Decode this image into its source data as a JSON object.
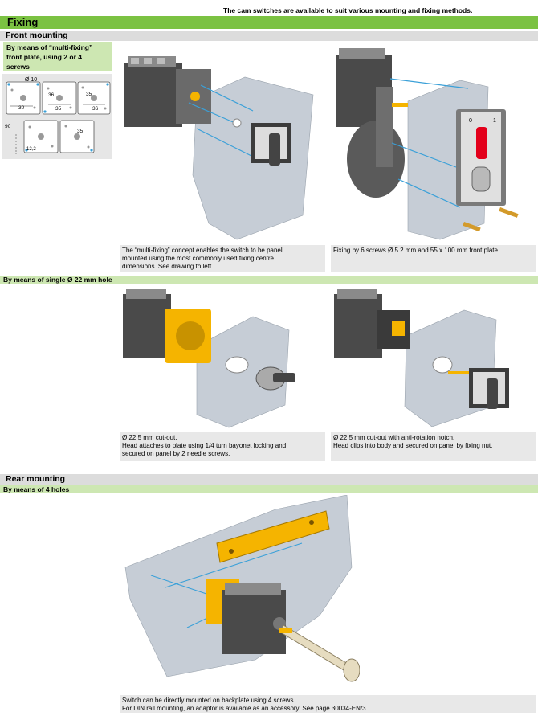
{
  "header": {
    "note": "The cam switches are available to suit various mounting and fixing methods.",
    "title": "Fixing"
  },
  "front": {
    "title": "Front mounting",
    "multi_label_lines": [
      "By means of “multi-fixing”",
      "front plate, using 2 or 4",
      "screws"
    ],
    "dims": {
      "d10": "Ø 10",
      "d30": "30",
      "d36": "36",
      "d35a": "35",
      "d35b": "35",
      "d36b": "36",
      "d90": "90",
      "d35c": "35",
      "d12": "12,2"
    },
    "caption_left_lines": [
      "The “multi-fixing” concept enables the switch to be panel",
      "mounted using the most commonly used fixing centre",
      "dimensions. See drawing to left."
    ],
    "caption_right_lines": [
      "Fixing by 6 screws Ø 5.2 mm and 55 x 100 mm front plate."
    ]
  },
  "single_hole": {
    "title": "By means of single Ø 22 mm hole",
    "caption_left_lines": [
      "Ø 22.5 mm cut-out.",
      "Head attaches to plate using 1/4 turn bayonet locking and",
      "secured on panel by 2 needle screws."
    ],
    "caption_right_lines": [
      "Ø 22.5 mm cut-out with anti-rotation notch.",
      "Head clips into body and secured on panel by fixing nut."
    ]
  },
  "rear": {
    "title": "Rear mounting",
    "subtitle": "By means of 4 holes",
    "caption_lines": [
      "Switch can be directly mounted on backplate using 4 screws.",
      "For DIN rail mounting, an adaptor is available as an accessory. See page 30034-EN/3."
    ]
  },
  "selector_markings": {
    "zero": "0",
    "one": "1"
  },
  "colors": {
    "green": "#7bc242",
    "light_green": "#cde7b2",
    "grey_bar": "#dcdcdc",
    "panel": "#c6cdd6",
    "red_handle": "#e3001b",
    "yellow": "#f5b400",
    "blue_line": "#3aa0d8"
  }
}
